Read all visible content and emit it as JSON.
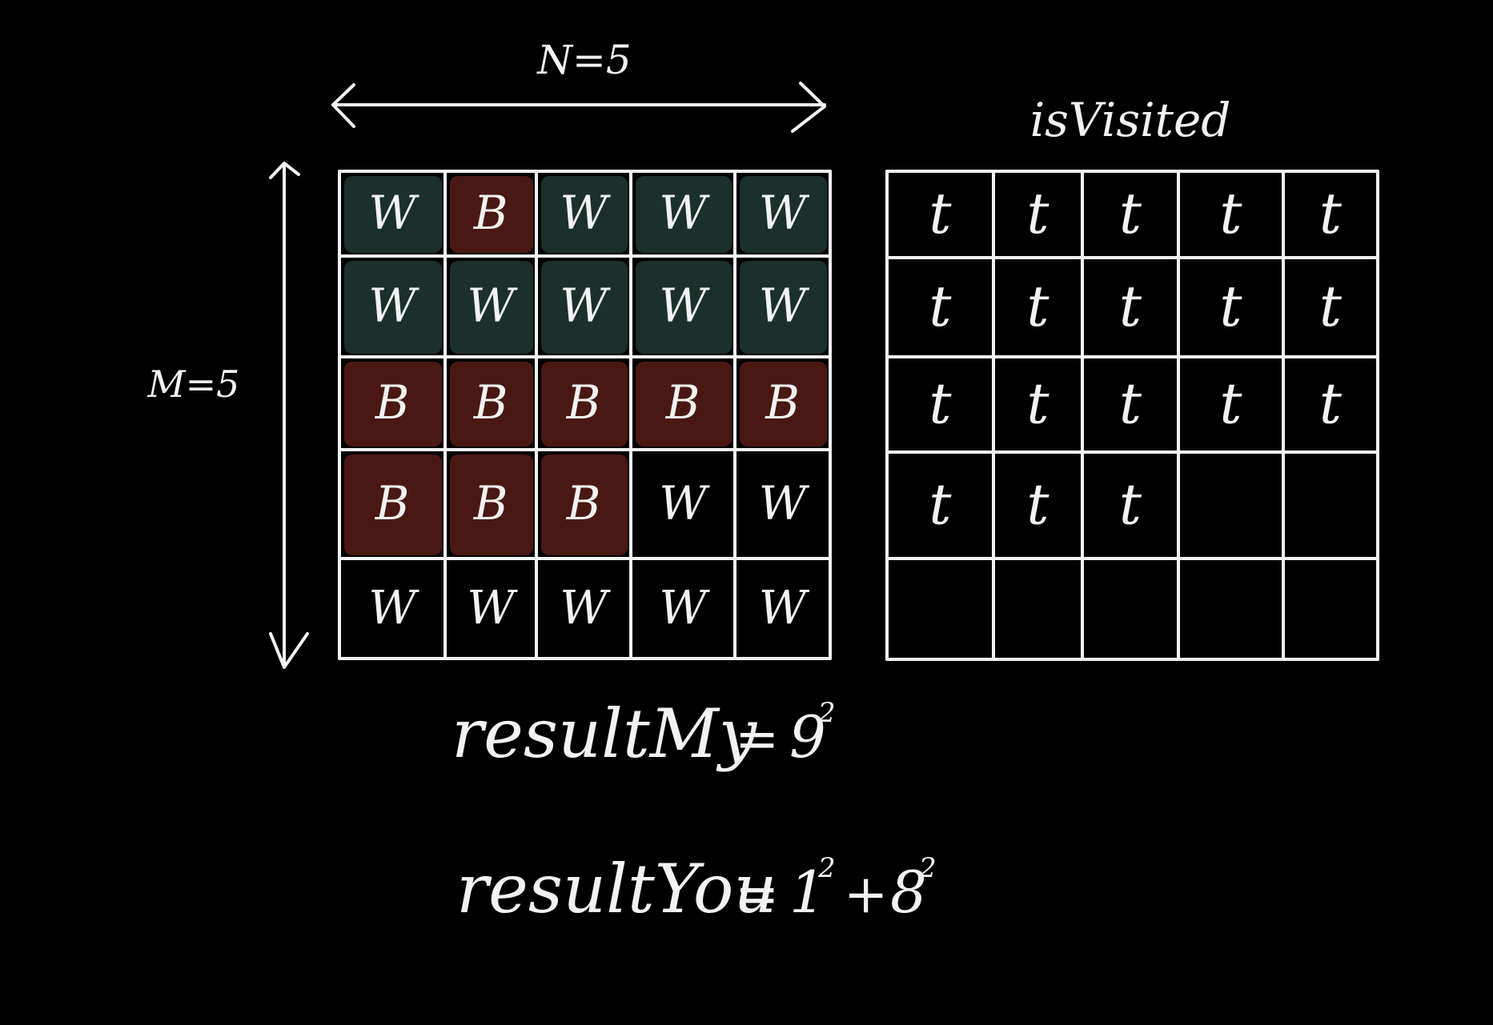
{
  "colors": {
    "background": "#000000",
    "ink": "#f2f2f2",
    "white_region": "#1b2f2b",
    "black_region": "#4a1813"
  },
  "labels": {
    "n_dimension": "N=5",
    "m_dimension": "M=5",
    "visited_title": "isVisited"
  },
  "battlefield": {
    "rows": [
      [
        "W",
        "B",
        "W",
        "W",
        "W"
      ],
      [
        "W",
        "W",
        "W",
        "W",
        "W"
      ],
      [
        "B",
        "B",
        "B",
        "B",
        "B"
      ],
      [
        "B",
        "B",
        "B",
        "W",
        "W"
      ],
      [
        "W",
        "W",
        "W",
        "W",
        "W"
      ]
    ],
    "highlight": [
      [
        "white",
        "black",
        "white",
        "white",
        "white"
      ],
      [
        "white",
        "white",
        "white",
        "white",
        "white"
      ],
      [
        "black",
        "black",
        "black",
        "black",
        "black"
      ],
      [
        "black",
        "black",
        "black",
        "none",
        "none"
      ],
      [
        "none",
        "none",
        "none",
        "none",
        "none"
      ]
    ]
  },
  "visited": {
    "rows": [
      [
        "t",
        "t",
        "t",
        "t",
        "t"
      ],
      [
        "t",
        "t",
        "t",
        "t",
        "t"
      ],
      [
        "t",
        "t",
        "t",
        "t",
        "t"
      ],
      [
        "t",
        "t",
        "t",
        "",
        ""
      ],
      [
        "",
        "",
        "",
        "",
        ""
      ]
    ]
  },
  "results": {
    "my": {
      "label": "resultMy",
      "equals": "=",
      "expr": [
        {
          "base": "9",
          "exp": "2"
        }
      ]
    },
    "you": {
      "label": "resultYou",
      "equals": "=",
      "expr": [
        {
          "base": "1",
          "exp": "2"
        },
        {
          "op": "+"
        },
        {
          "base": "8",
          "exp": "2"
        }
      ]
    }
  }
}
